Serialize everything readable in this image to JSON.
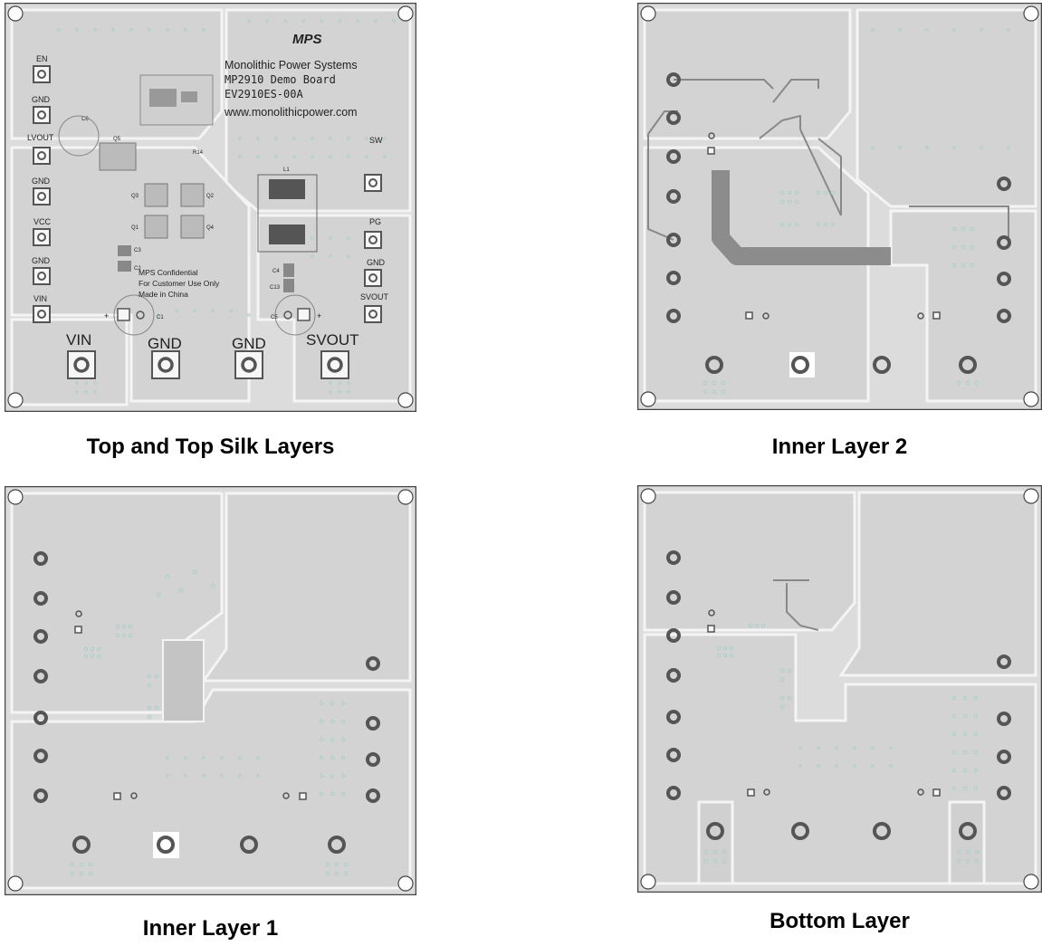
{
  "colors": {
    "board": "#dcdcdc",
    "copper": "#c8c8c8",
    "gap": "#f4f4f4",
    "trace": "#8c8c8c",
    "via": "#a9cfc8",
    "pad": "#555555",
    "edge": "#444444"
  },
  "panels": [
    {
      "id": "top",
      "caption": "Top and Top Silk Layers",
      "company": "Monolithic Power Systems",
      "board_name": "MP2910 Demo Board",
      "board_id": "EV2910ES-00A",
      "website": "www.monolithicpower.com",
      "logo": "MPS",
      "left_labels": [
        "EN",
        "GND",
        "LVOUT",
        "GND",
        "VCC",
        "GND",
        "VIN"
      ],
      "right_labels": [
        "SW",
        "PG",
        "GND",
        "SVOUT"
      ],
      "bottom_labels": [
        "VIN",
        "GND",
        "GND",
        "SVOUT"
      ],
      "confidential": [
        "MPS Confidential",
        "For Customer Use Only",
        "Made in China"
      ],
      "parts": {
        "l1": "L1",
        "c6": "C6",
        "q5": "Q5",
        "q3": "Q3",
        "q2": "Q2",
        "q1": "Q1",
        "q4": "Q4",
        "c3": "C3",
        "c2": "C2",
        "c4": "C4",
        "c13": "C13",
        "c1": "C1",
        "c5": "C5",
        "r14": "R14"
      }
    },
    {
      "id": "inner2",
      "caption": "Inner Layer 2"
    },
    {
      "id": "inner1",
      "caption": "Inner Layer 1"
    },
    {
      "id": "bottom",
      "caption": "Bottom Layer"
    }
  ]
}
